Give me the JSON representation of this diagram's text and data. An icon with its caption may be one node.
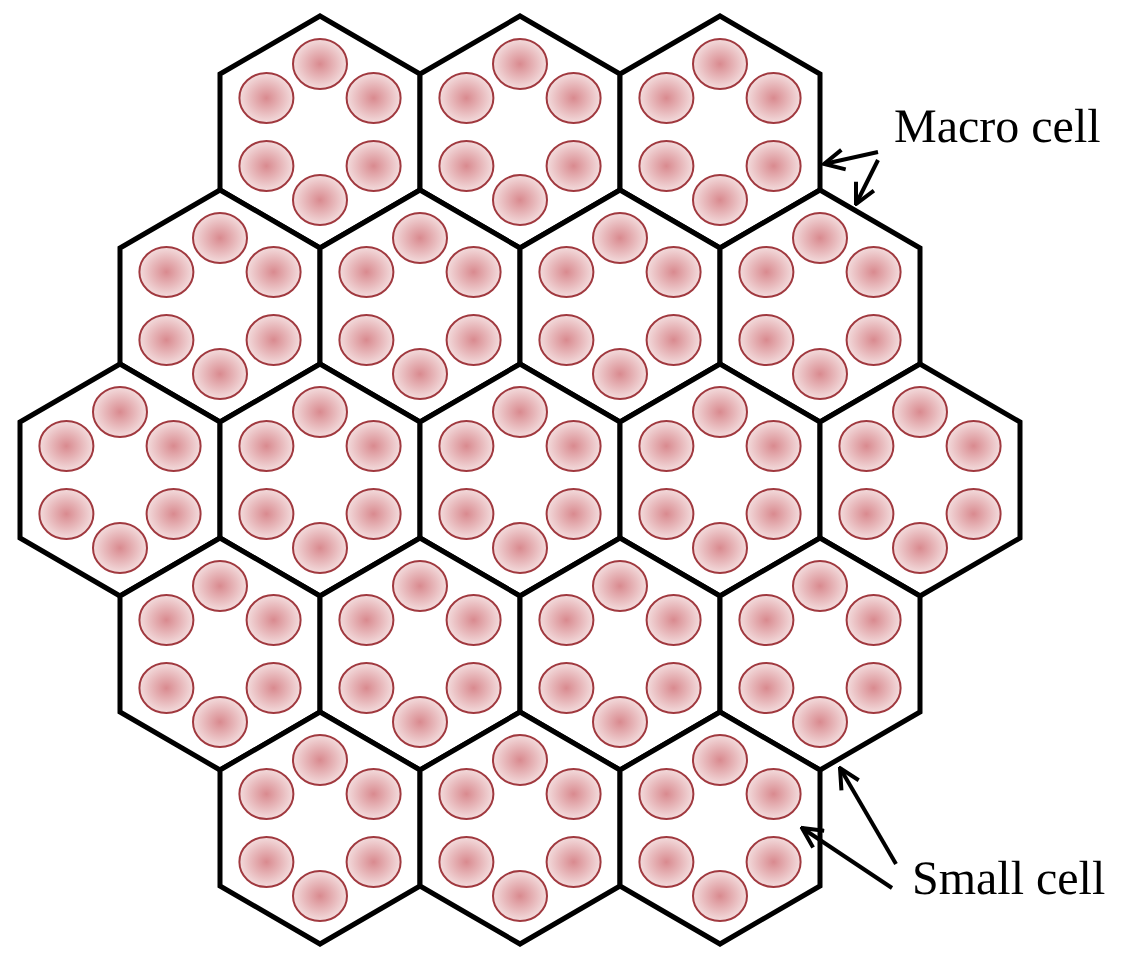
{
  "diagram": {
    "nodes": [
      {
        "text": [
          "Macro cell"
        ]
      },
      {
        "text": [
          "Small cell"
        ]
      }
    ],
    "edges": [
      {
        "from": 0,
        "to": null,
        "arrow": "to"
      },
      {
        "from": 0,
        "to": null,
        "arrow": "to"
      },
      {
        "from": 1,
        "to": null,
        "arrow": "to"
      },
      {
        "from": 1,
        "to": null,
        "arrow": "to"
      }
    ]
  }
}
